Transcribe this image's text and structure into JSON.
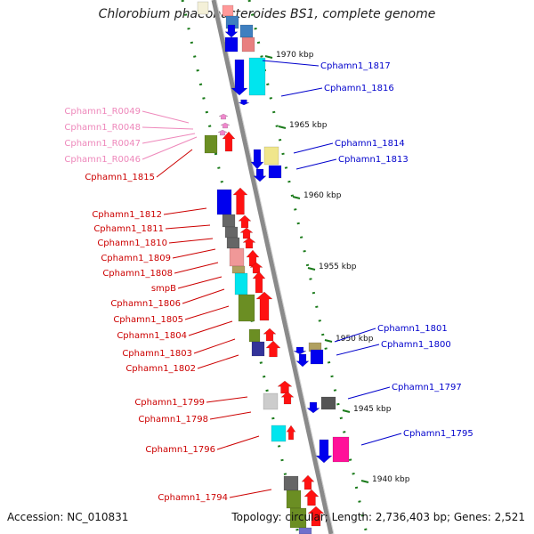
{
  "title": "Chlorobium phaeobacteroides BS1, complete genome",
  "accession": "Accession: NC_010831",
  "topology": "Topology: circular; Length: 2,736,403 bp; Genes: 2,521",
  "colors": {
    "right_label": "#0000cc",
    "left_label": "#cc0000",
    "rna_label": "#ee88bb",
    "backbone": "#888888",
    "tick": "#1a7a1a"
  },
  "ruler": [
    "1970 kbp",
    "1965 kbp",
    "1960 kbp",
    "1955 kbp",
    "1950 kbp",
    "1945 kbp",
    "1940 kbp"
  ],
  "right_labels": [
    "Cphamn1_1817",
    "Cphamn1_1816",
    "Cphamn1_1814",
    "Cphamn1_1813",
    "Cphamn1_1801",
    "Cphamn1_1800",
    "Cphamn1_1797",
    "Cphamn1_1795"
  ],
  "rna_labels": [
    "Cphamn1_R0049",
    "Cphamn1_R0048",
    "Cphamn1_R0047",
    "Cphamn1_R0046"
  ],
  "left_labels": [
    "Cphamn1_1815",
    "Cphamn1_1812",
    "Cphamn1_1811",
    "Cphamn1_1810",
    "Cphamn1_1809",
    "Cphamn1_1808",
    "smpB",
    "Cphamn1_1806",
    "Cphamn1_1805",
    "Cphamn1_1804",
    "Cphamn1_1803",
    "Cphamn1_1802",
    "Cphamn1_1799",
    "Cphamn1_1798",
    "Cphamn1_1796",
    "Cphamn1_1794"
  ]
}
